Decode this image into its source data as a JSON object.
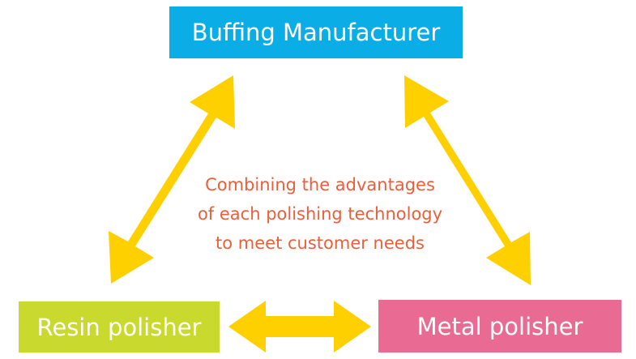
{
  "colors": {
    "buffing": "#0aade6",
    "resin": "#c9d92d",
    "metal": "#e96a93",
    "arrow": "#ffd000",
    "caption": "#e8603c"
  },
  "nodes": {
    "top": {
      "label": "Buffing Manufacturer"
    },
    "left": {
      "label": "Resin polisher"
    },
    "right": {
      "label": "Metal polisher"
    }
  },
  "caption": {
    "line1": "Combining the advantages",
    "line2": "of each polishing technology",
    "line3": "to meet customer needs"
  }
}
